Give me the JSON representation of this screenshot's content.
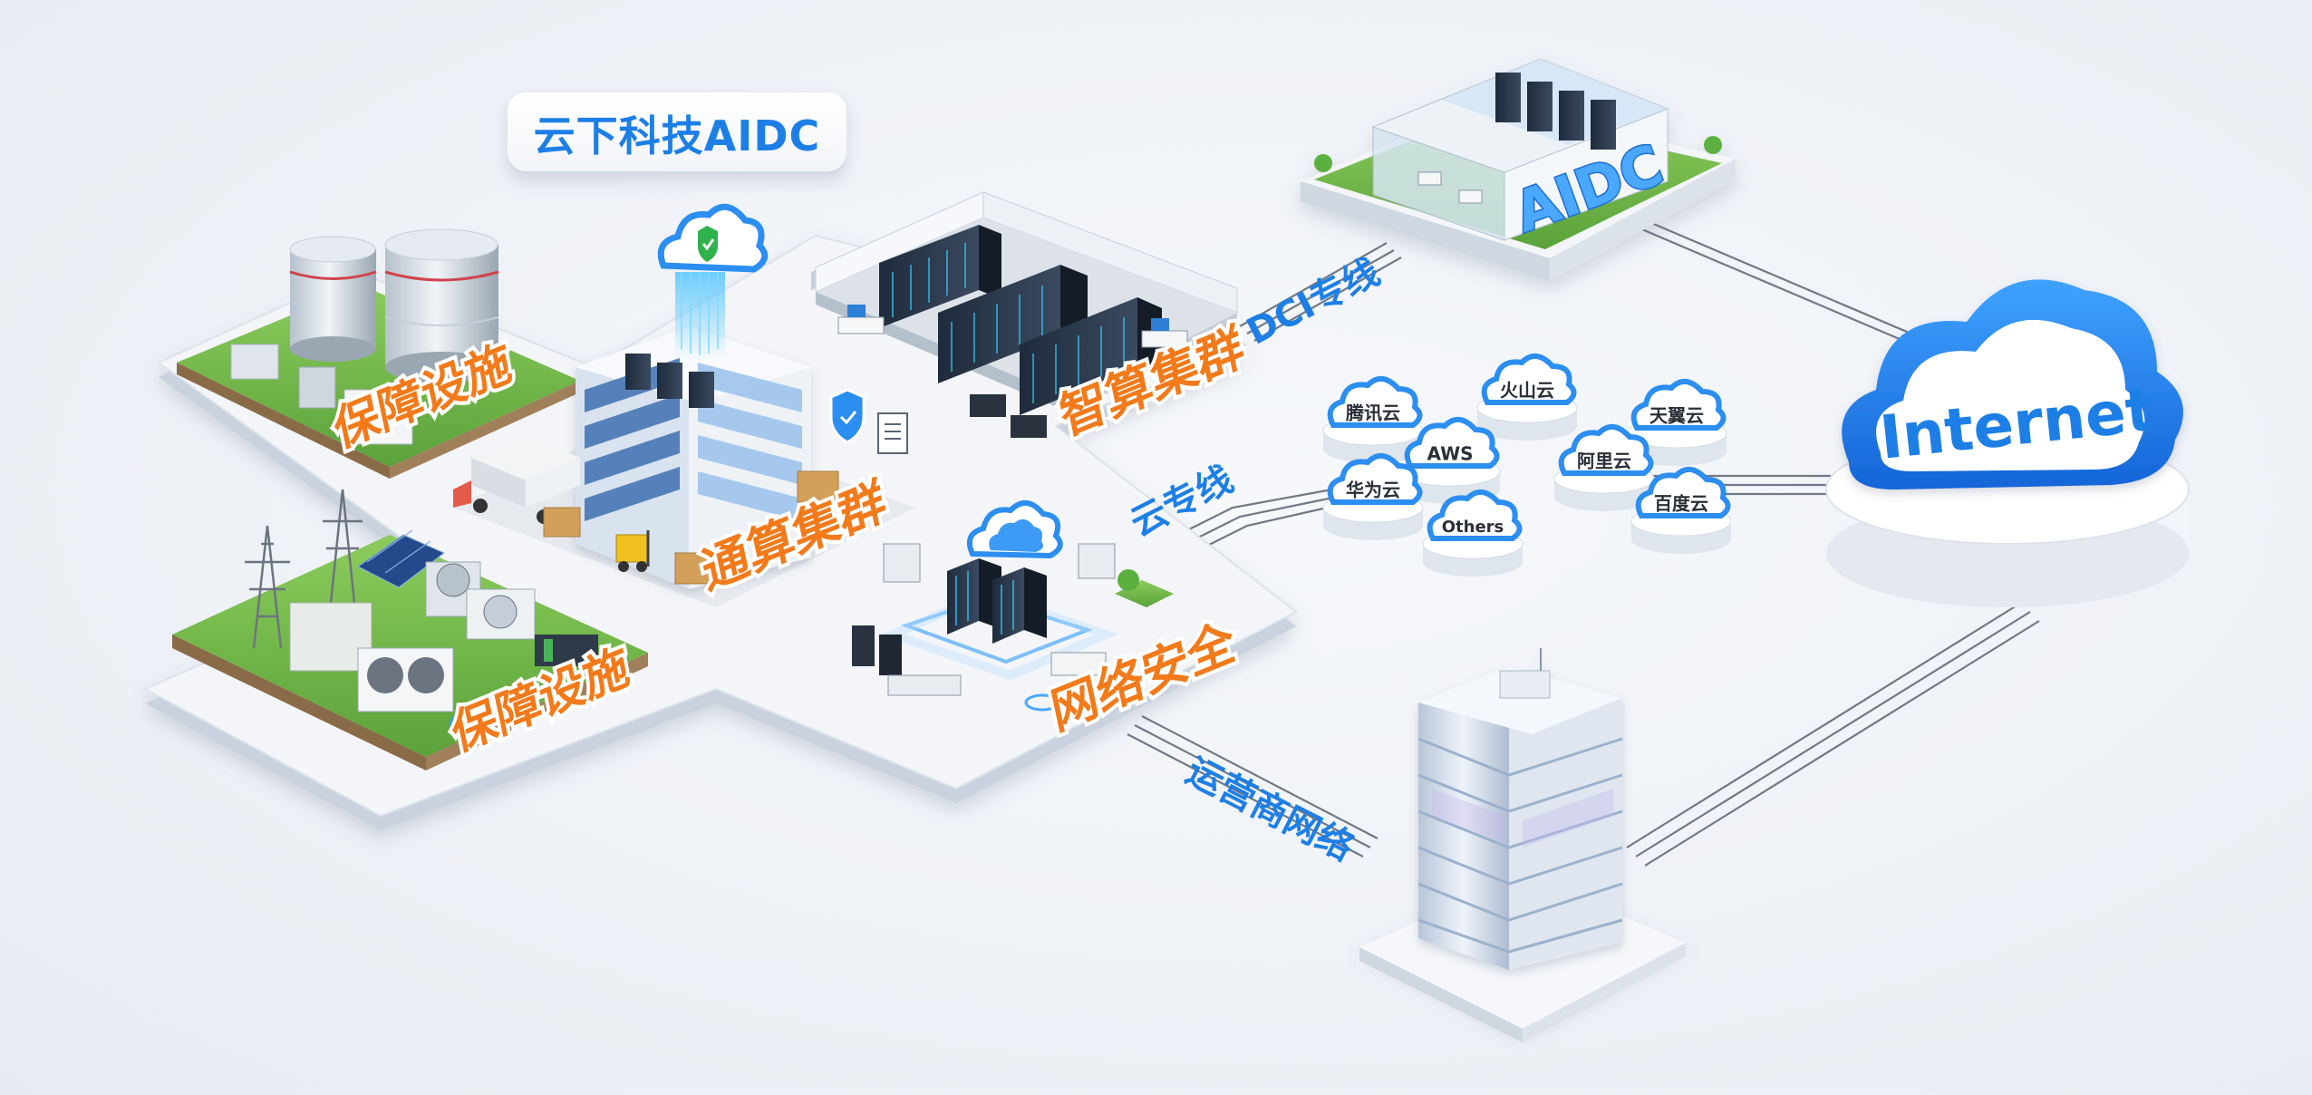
{
  "title": "云下科技AIDC",
  "zones": {
    "power_top": "保障设施",
    "power_bottom": "保障设施",
    "general_compute": "通算集群",
    "intelligent_compute": "智算集群",
    "network_security": "网络安全",
    "remote_dc": "AIDC"
  },
  "links": {
    "dci": "DCI专线",
    "cloud": "云专线",
    "carrier": "运营商网络"
  },
  "clouds": [
    "腾讯云",
    "火山云",
    "天翼云",
    "AWS",
    "阿里云",
    "华为云",
    "百度云",
    "Others"
  ],
  "internet": "Internet",
  "colors": {
    "accent_blue": "#1d7fe6",
    "label_orange": "#f27a1a",
    "grass": "#6fb84a",
    "platform": "#f3f5f8"
  }
}
